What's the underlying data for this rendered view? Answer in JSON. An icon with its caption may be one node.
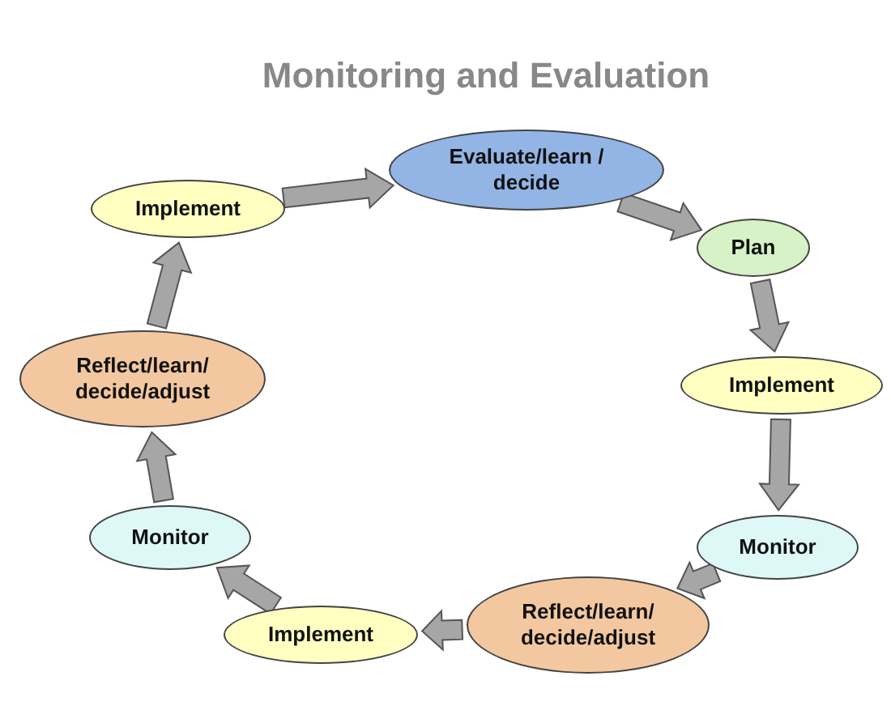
{
  "diagram": {
    "title": "Monitoring and Evaluation",
    "nodes": [
      {
        "text": [
          "Evaluate/learn / decide"
        ]
      },
      {
        "text": [
          "Plan"
        ]
      },
      {
        "text": [
          "Implement"
        ]
      },
      {
        "text": [
          "Monitor"
        ]
      },
      {
        "text": [
          "Reflect/learn/ decide/adjust"
        ]
      },
      {
        "text": [
          "Implement"
        ]
      },
      {
        "text": [
          "Monitor"
        ]
      },
      {
        "text": [
          "Reflect/learn/ decide/adjust"
        ]
      },
      {
        "text": [
          "Implement"
        ]
      }
    ],
    "edges": [
      {
        "from": 8,
        "to": 0,
        "arrow": "to"
      },
      {
        "from": 0,
        "to": 1,
        "arrow": "to"
      },
      {
        "from": 1,
        "to": 2,
        "arrow": "to"
      },
      {
        "from": 2,
        "to": 3,
        "arrow": "to"
      },
      {
        "from": 3,
        "to": 4,
        "arrow": "to"
      },
      {
        "from": 4,
        "to": 5,
        "arrow": "to"
      },
      {
        "from": 5,
        "to": 6,
        "arrow": "to"
      },
      {
        "from": 6,
        "to": 7,
        "arrow": "to"
      },
      {
        "from": 7,
        "to": 8,
        "arrow": "to"
      }
    ]
  }
}
